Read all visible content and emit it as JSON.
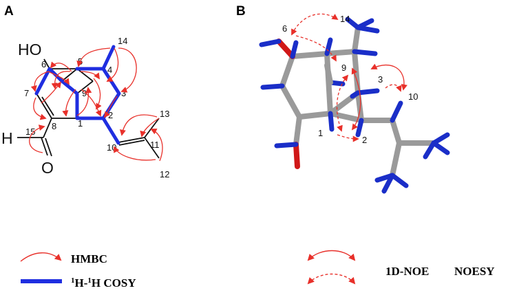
{
  "panels": {
    "a": {
      "label": "A"
    },
    "b": {
      "label": "B"
    }
  },
  "structure_a": {
    "hydroxyl": "HO",
    "aldehyde_h": "H",
    "aldehyde_o": "O",
    "atom_numbers": {
      "c1": "1",
      "c2": "2",
      "c3": "3",
      "c4": "4",
      "c5": "5",
      "c6": "6",
      "c7": "7",
      "c8": "8",
      "c9": "9",
      "c10": "10",
      "c11": "11",
      "c12": "12",
      "c13": "13",
      "c14": "14",
      "c15": "15"
    }
  },
  "model_b": {
    "labels": {
      "l6": "6",
      "l14": "14",
      "l9": "9",
      "l3": "3",
      "l10": "10",
      "l1": "1",
      "l2": "2"
    }
  },
  "legend": {
    "hmbc": "HMBC",
    "cosy_h1": "H-",
    "cosy_sup1": "1",
    "cosy_sup2": "1",
    "cosy_h2": "H COSY",
    "noe": "1D-NOE",
    "noesy": "NOESY"
  },
  "colors": {
    "arrow": "#e8302a",
    "cosy": "#1f2ee0",
    "bond": "#9a9a9a",
    "hydrogen": "#1a2ec8",
    "oxygen": "#d01818",
    "black": "#111111"
  }
}
